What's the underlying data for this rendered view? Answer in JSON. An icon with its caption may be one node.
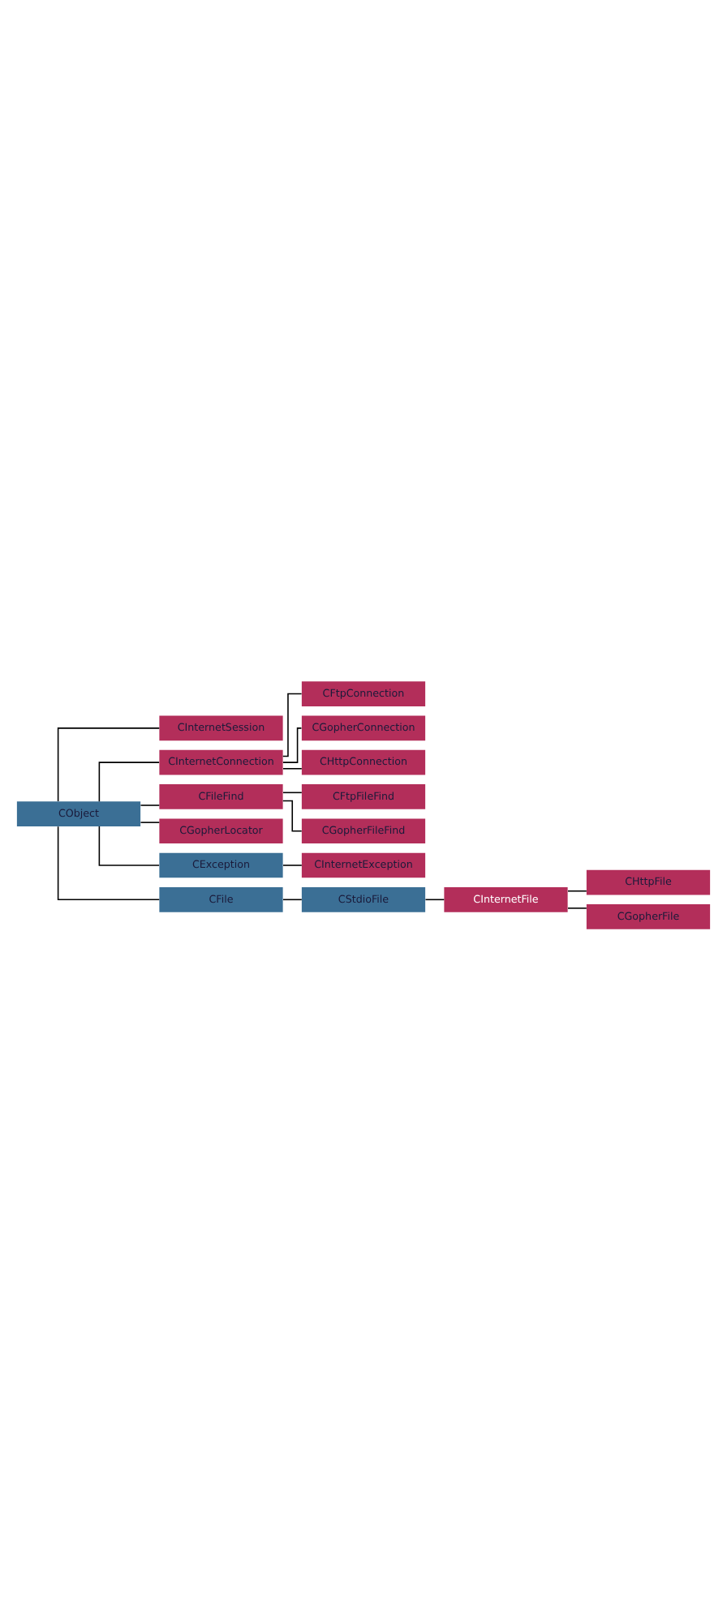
{
  "diagram": {
    "nodes": [
      {
        "text": [
          "CObject"
        ]
      },
      {
        "text": [
          "CInternetSession"
        ]
      },
      {
        "text": [
          "CInternetConnection"
        ]
      },
      {
        "text": [
          "CFtpConnection"
        ]
      },
      {
        "text": [
          "CGopherConnection"
        ]
      },
      {
        "text": [
          "CHttpConnection"
        ]
      },
      {
        "text": [
          "CFileFind"
        ]
      },
      {
        "text": [
          "CFtpFileFind"
        ]
      },
      {
        "text": [
          "CGopherFileFind"
        ]
      },
      {
        "text": [
          "CGopherLocator"
        ]
      },
      {
        "text": [
          "CException"
        ]
      },
      {
        "text": [
          "CInternetException"
        ]
      },
      {
        "text": [
          "CFile"
        ]
      },
      {
        "text": [
          "CStdioFile"
        ]
      },
      {
        "text": [
          "CInternetFile"
        ]
      },
      {
        "text": [
          "CHttpFile"
        ]
      },
      {
        "text": [
          "CGopherFile"
        ]
      }
    ],
    "edges": [
      {
        "from": 0,
        "to": 1,
        "arrow": "none"
      },
      {
        "from": 0,
        "to": 2,
        "arrow": "none"
      },
      {
        "from": 2,
        "to": 3,
        "arrow": "none"
      },
      {
        "from": 2,
        "to": 4,
        "arrow": "none"
      },
      {
        "from": 2,
        "to": 5,
        "arrow": "none"
      },
      {
        "from": 0,
        "to": 6,
        "arrow": "none"
      },
      {
        "from": 6,
        "to": 7,
        "arrow": "none"
      },
      {
        "from": 6,
        "to": 8,
        "arrow": "none"
      },
      {
        "from": 0,
        "to": 9,
        "arrow": "none"
      },
      {
        "from": 0,
        "to": 10,
        "arrow": "none"
      },
      {
        "from": 10,
        "to": 11,
        "arrow": "none"
      },
      {
        "from": 0,
        "to": 12,
        "arrow": "none"
      },
      {
        "from": 12,
        "to": 13,
        "arrow": "none"
      },
      {
        "from": 13,
        "to": 14,
        "arrow": "none"
      },
      {
        "from": 14,
        "to": 15,
        "arrow": "none"
      },
      {
        "from": 14,
        "to": 16,
        "arrow": "none"
      }
    ]
  }
}
